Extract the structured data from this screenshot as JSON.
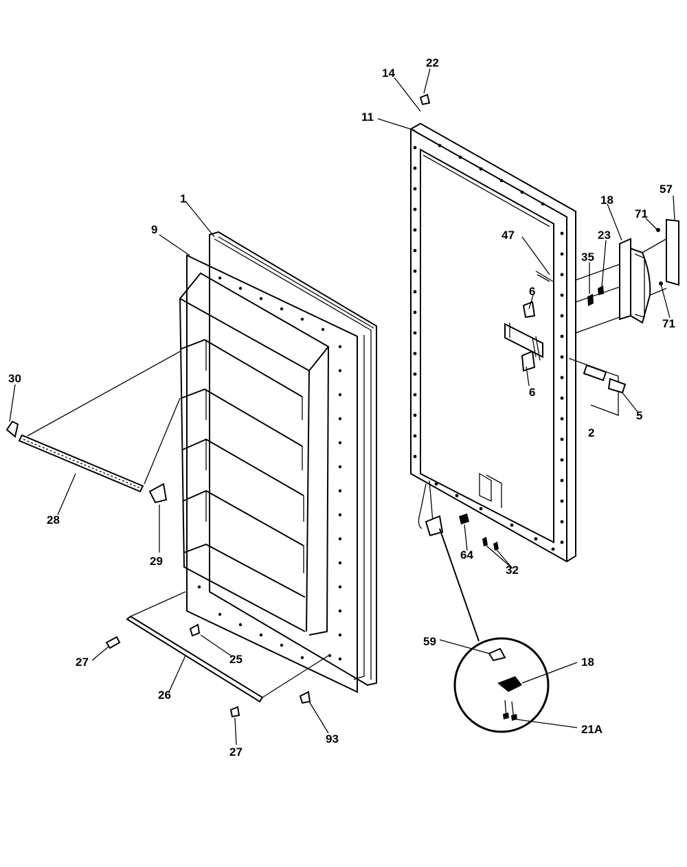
{
  "diagram": {
    "accent_color": "#000000",
    "background_color": "#ffffff",
    "callouts": {
      "c1": "1",
      "c9": "9",
      "c30": "30",
      "c28": "28",
      "c29": "29",
      "c27a": "27",
      "c25": "25",
      "c26": "26",
      "c27b": "27",
      "c93": "93",
      "c22": "22",
      "c14": "14",
      "c11": "11",
      "c47": "47",
      "c6a": "6",
      "c6b": "6",
      "c18a": "18",
      "c57": "57",
      "c71a": "71",
      "c23": "23",
      "c35": "35",
      "c71b": "71",
      "c5": "5",
      "c2": "2",
      "c64": "64",
      "c32": "32",
      "c59": "59",
      "c18b": "18",
      "c21a": "21A"
    }
  }
}
